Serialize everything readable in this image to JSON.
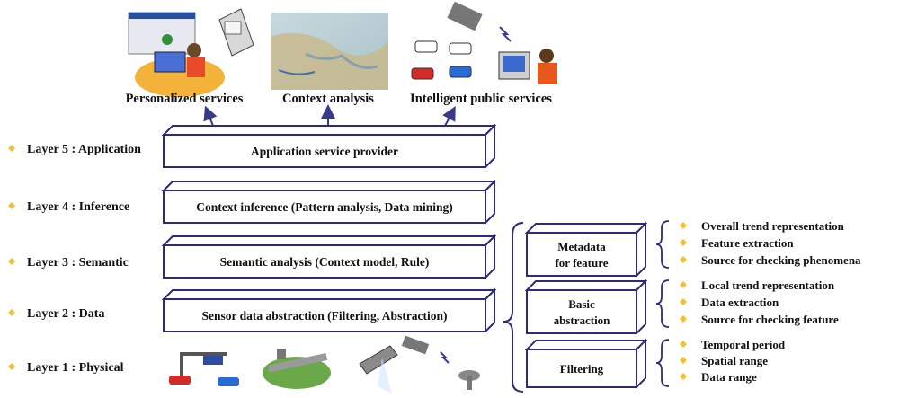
{
  "services": [
    {
      "label": "Personalized services"
    },
    {
      "label": "Context analysis"
    },
    {
      "label": "Intelligent public services"
    }
  ],
  "layers": [
    {
      "label": "Layer 5 : Application",
      "box": "Application service provider"
    },
    {
      "label": "Layer 4 : Inference",
      "box": "Context inference (Pattern analysis, Data mining)"
    },
    {
      "label": "Layer 3 : Semantic",
      "box": "Semantic analysis (Context model, Rule)"
    },
    {
      "label": "Layer 2 : Data",
      "box": "Sensor data abstraction (Filtering, Abstraction)"
    },
    {
      "label": "Layer 1 : Physical",
      "box": ""
    }
  ],
  "abstraction": [
    {
      "box_line1": "Metadata",
      "box_line2": "for feature",
      "items": [
        "Overall trend representation",
        "Feature extraction",
        "Source for checking phenomena"
      ]
    },
    {
      "box_line1": "Basic",
      "box_line2": "abstraction",
      "items": [
        "Local trend representation",
        "Data extraction",
        "Source for checking feature"
      ]
    },
    {
      "box_line1": "Filtering",
      "box_line2": "",
      "items": [
        "Temporal period",
        "Spatial range",
        "Data range"
      ]
    }
  ],
  "colors": {
    "box_stroke": "#2b2b7a",
    "arrow": "#3a3a8a",
    "bullet": "#f2c230"
  }
}
